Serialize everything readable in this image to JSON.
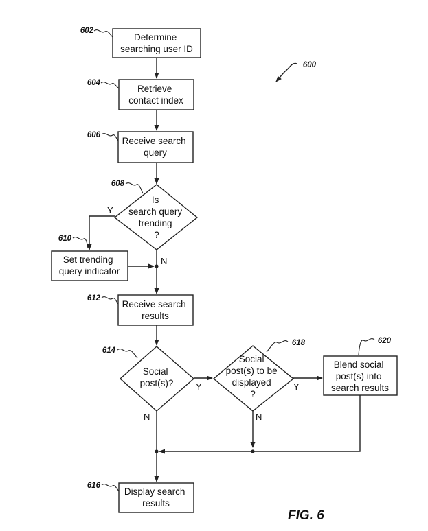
{
  "diagram_ref": "600",
  "figure_label": "FIG. 6",
  "steps": {
    "s602": {
      "ref": "602",
      "lines": [
        "Determine",
        "searching user ID"
      ]
    },
    "s604": {
      "ref": "604",
      "lines": [
        "Retrieve",
        "contact index"
      ]
    },
    "s606": {
      "ref": "606",
      "lines": [
        "Receive search",
        "query"
      ]
    },
    "s608": {
      "ref": "608",
      "lines": [
        "Is",
        "search query",
        "trending",
        "?"
      ]
    },
    "s610": {
      "ref": "610",
      "lines": [
        "Set trending",
        "query indicator"
      ]
    },
    "s612": {
      "ref": "612",
      "lines": [
        "Receive search",
        "results"
      ]
    },
    "s614": {
      "ref": "614",
      "lines": [
        "Social",
        "post(s)?"
      ]
    },
    "s618": {
      "ref": "618",
      "lines": [
        "Social",
        "post(s) to be",
        "displayed",
        "?"
      ]
    },
    "s620": {
      "ref": "620",
      "lines": [
        "Blend social",
        "post(s) into",
        "search results"
      ]
    },
    "s616": {
      "ref": "616",
      "lines": [
        "Display search",
        "results"
      ]
    }
  },
  "branch_labels": {
    "b608_yes": "Y",
    "b608_no": "N",
    "b614_yes": "Y",
    "b614_no": "N",
    "b618_yes": "Y",
    "b618_no": "N"
  }
}
